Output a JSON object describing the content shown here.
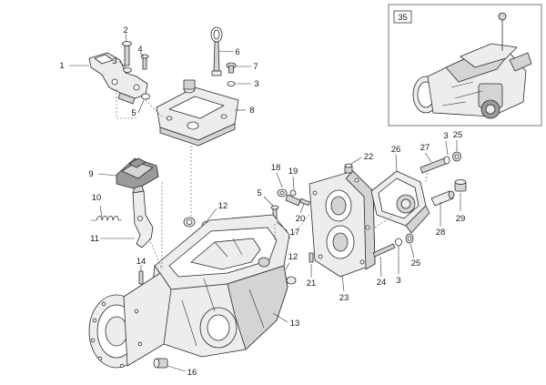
{
  "inset": {
    "label": "35"
  },
  "callouts": [
    {
      "id": "c-1",
      "text": "1"
    },
    {
      "id": "c-2",
      "text": "2"
    },
    {
      "id": "c-3a",
      "text": "3"
    },
    {
      "id": "c-4",
      "text": "4"
    },
    {
      "id": "c-5a",
      "text": "5"
    },
    {
      "id": "c-6",
      "text": "6"
    },
    {
      "id": "c-7",
      "text": "7"
    },
    {
      "id": "c-3b",
      "text": "3"
    },
    {
      "id": "c-8",
      "text": "8"
    },
    {
      "id": "c-9",
      "text": "9"
    },
    {
      "id": "c-10",
      "text": "10"
    },
    {
      "id": "c-11",
      "text": "11"
    },
    {
      "id": "c-12a",
      "text": "12"
    },
    {
      "id": "c-5b",
      "text": "5"
    },
    {
      "id": "c-17",
      "text": "17"
    },
    {
      "id": "c-14",
      "text": "14"
    },
    {
      "id": "c-12b",
      "text": "12"
    },
    {
      "id": "c-13",
      "text": "13"
    },
    {
      "id": "c-16",
      "text": "16"
    },
    {
      "id": "c-18",
      "text": "18"
    },
    {
      "id": "c-19",
      "text": "19"
    },
    {
      "id": "c-20",
      "text": "20"
    },
    {
      "id": "c-21",
      "text": "21"
    },
    {
      "id": "c-22",
      "text": "22"
    },
    {
      "id": "c-23",
      "text": "23"
    },
    {
      "id": "c-24",
      "text": "24"
    },
    {
      "id": "c-26",
      "text": "26"
    },
    {
      "id": "c-27",
      "text": "27"
    },
    {
      "id": "c-3c",
      "text": "3"
    },
    {
      "id": "c-25a",
      "text": "25"
    },
    {
      "id": "c-28",
      "text": "28"
    },
    {
      "id": "c-29",
      "text": "29"
    },
    {
      "id": "c-3d",
      "text": "3"
    },
    {
      "id": "c-25b",
      "text": "25"
    }
  ]
}
